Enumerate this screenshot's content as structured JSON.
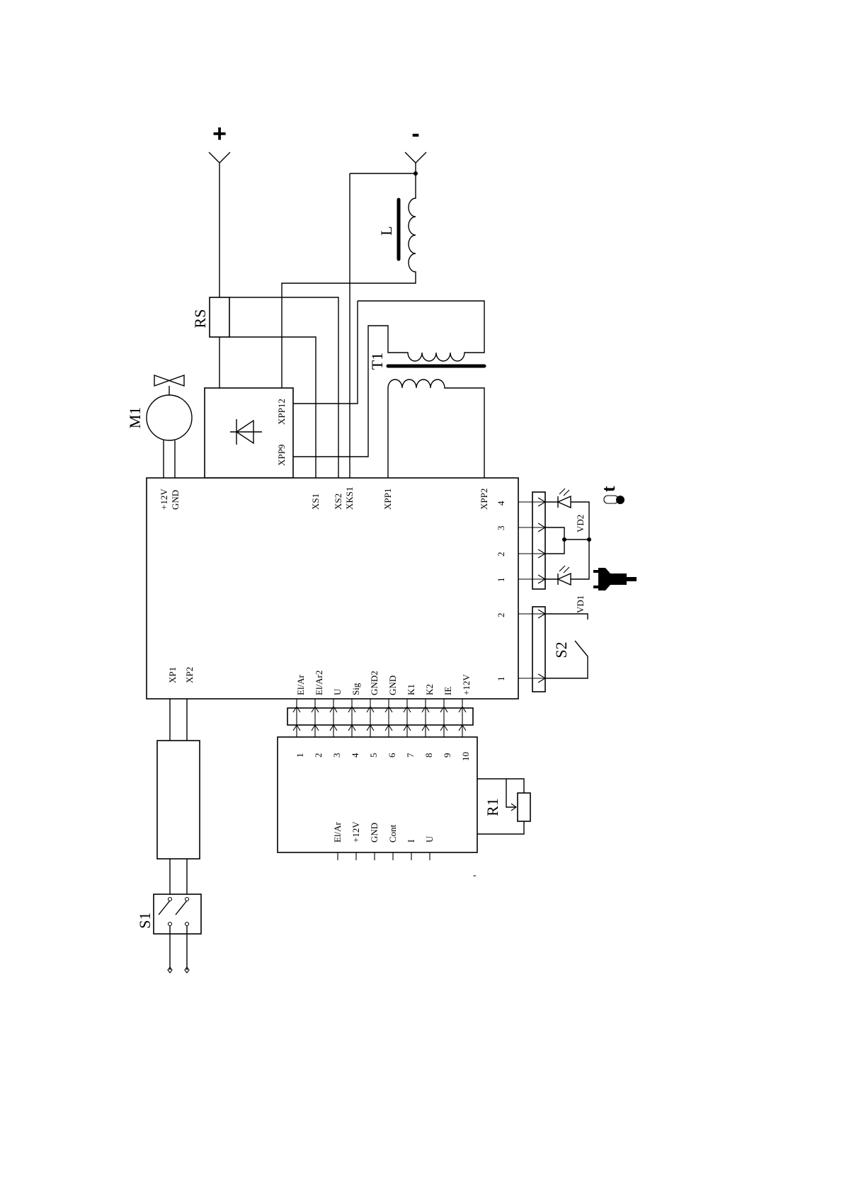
{
  "polarity": {
    "plus": "+",
    "minus": "-"
  },
  "components": {
    "motor": "M1",
    "shunt": "RS",
    "inductor": "L",
    "transformer": "T1",
    "switch_main": "S1",
    "switch_torch": "S2",
    "potentiometer": "R1",
    "led_power": "VD1",
    "led_thermal": "VD2",
    "thermal_symbol": "t"
  },
  "bridge_pins": [
    "XPP9",
    "XPP12"
  ],
  "main_board_top_pins": [
    "+12V",
    "GND",
    "XS1",
    "XS2",
    "XKS1",
    "XPP1",
    "XPP2"
  ],
  "main_board_bottom_pins": [
    "XP1",
    "XP2"
  ],
  "main_board_connector_pins": [
    "El/Ar",
    "El/Ar2",
    "U",
    "Sig",
    "GND2",
    "GND",
    "K1",
    "K2",
    "IE",
    "+12V"
  ],
  "lower_board_numbers": [
    "1",
    "2",
    "3",
    "4",
    "5",
    "6",
    "7",
    "8",
    "9",
    "10"
  ],
  "lower_board_pins": [
    "El/Ar",
    "+12V",
    "GND",
    "Cont",
    "I",
    "U"
  ],
  "led_connector_numbers": [
    "4",
    "3",
    "2",
    "1"
  ],
  "switch_connector_numbers": [
    "2",
    "1"
  ],
  "stray_mark": "-",
  "colors": {
    "ink": "#000000",
    "paper": "#ffffff"
  }
}
